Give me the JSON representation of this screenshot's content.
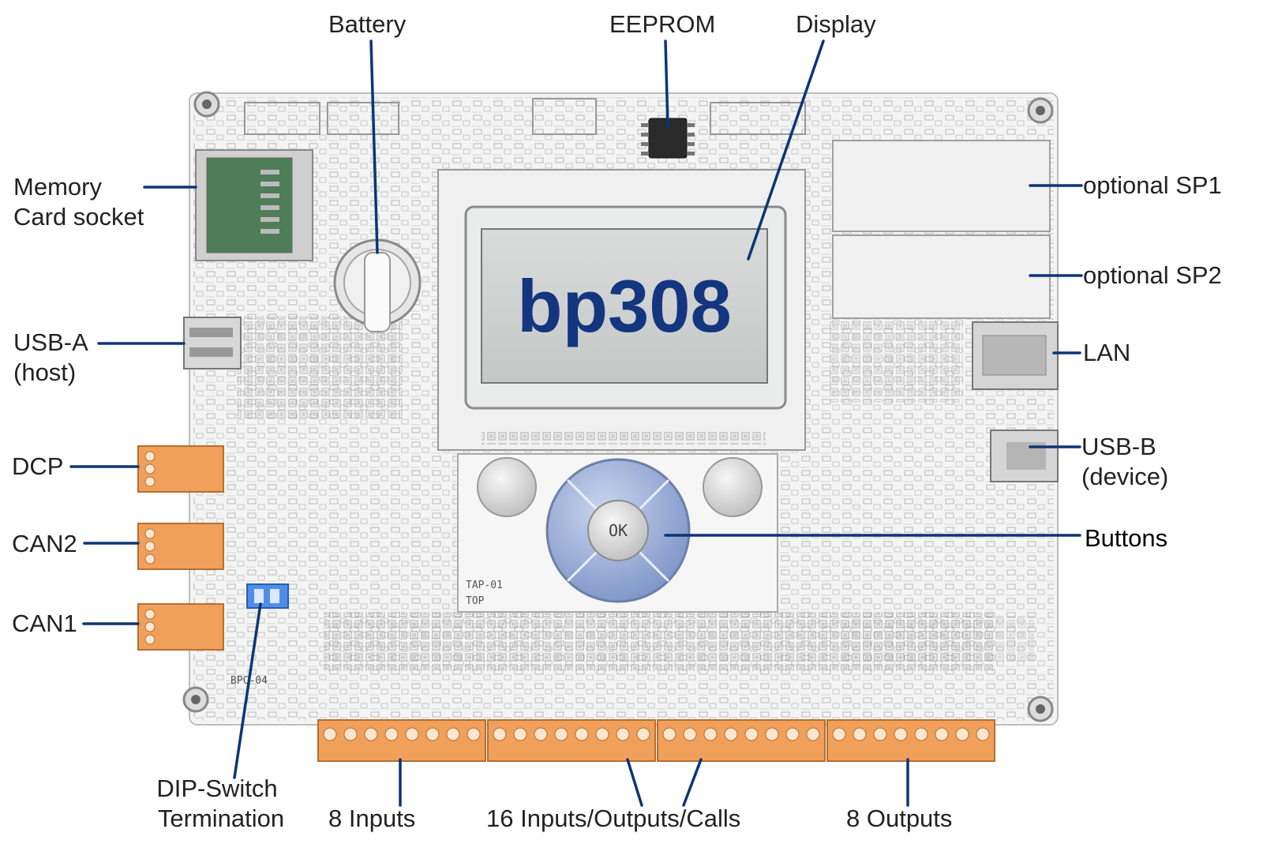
{
  "image_alt": "bp308",
  "display": {
    "text": "bp308"
  },
  "buttons": {
    "ok_label": "OK"
  },
  "silkscreen": {
    "board_code": "BPC-04",
    "keypad_code": "TAP-01",
    "keypad_side": "TOP"
  },
  "labels": {
    "battery": "Battery",
    "eeprom": "EEPROM",
    "display": "Display",
    "memory_card_line1": "Memory",
    "memory_card_line2": "Card socket",
    "usb_a_line1": "USB-A",
    "usb_a_line2": "(host)",
    "dcp": "DCP",
    "can2": "CAN2",
    "can1": "CAN1",
    "dip_line1": "DIP-Switch",
    "dip_line2": "Termination",
    "inputs8": "8 Inputs",
    "io16": "16 Inputs/Outputs/Calls",
    "outputs8": "8 Outputs",
    "sp1": "optional SP1",
    "sp2": "optional SP2",
    "lan": "LAN",
    "usb_b_line1": "USB-B",
    "usb_b_line2": "(device)",
    "buttons": "Buttons"
  },
  "colors": {
    "callout_line": "#0e3576",
    "display_text": "#14357f",
    "terminal": "#f0a05a",
    "nav_pad": "#9bb0d8"
  }
}
